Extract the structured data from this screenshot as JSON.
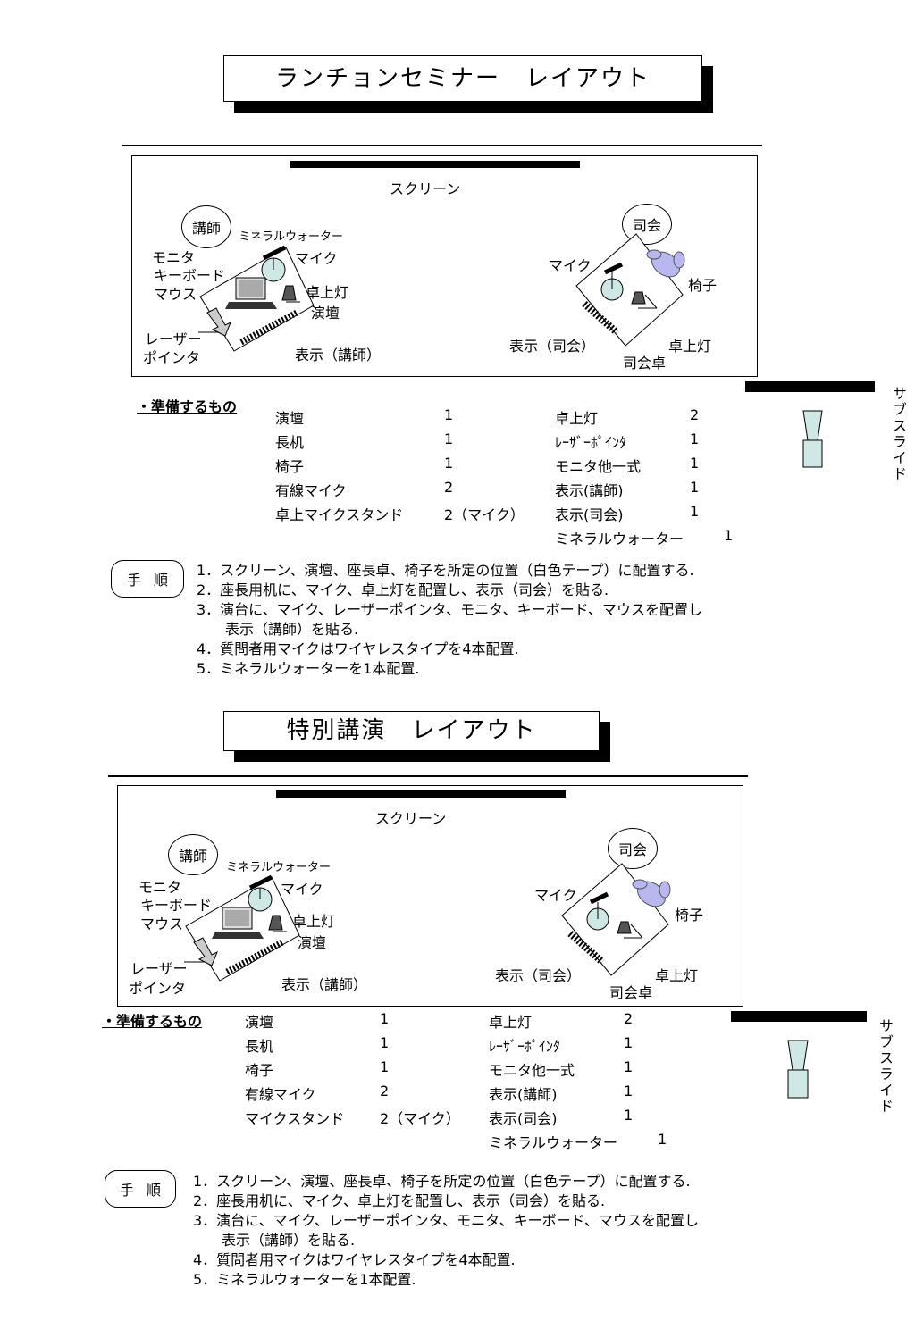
{
  "sections": [
    {
      "title": "ランチョンセミナー　レイアウト",
      "screen": "スクリーン",
      "speaker": "講師",
      "chair_person": "司会",
      "water": "ミネラルウォーター",
      "mic": "マイク",
      "monitor": "モニタ",
      "keyboard": "キーボード",
      "mouse": "マウス",
      "lamp": "卓上灯",
      "podium": "演壇",
      "laser1": "レーザー",
      "laser2": "ポインタ",
      "sign_speaker": "表示（講師）",
      "sign_chair": "表示（司会）",
      "chair": "椅子",
      "chair_desk": "司会卓",
      "sub_slide": "サブスライド",
      "prep_header": "・準備するもの",
      "prep_left": [
        {
          "name": "演壇",
          "qty": "1"
        },
        {
          "name": "長机",
          "qty": "1"
        },
        {
          "name": "椅子",
          "qty": "1"
        },
        {
          "name": "有線マイク",
          "qty": "2"
        },
        {
          "name": "卓上マイクスタンド",
          "qty": "2（マイク）"
        }
      ],
      "prep_right": [
        {
          "name": "卓上灯",
          "qty": "2"
        },
        {
          "name": "ﾚｰｻﾞｰﾎﾟｲﾝﾀ",
          "qty": "1"
        },
        {
          "name": "モニタ他一式",
          "qty": "1"
        },
        {
          "name": "表示(講師)",
          "qty": "1"
        },
        {
          "name": "表示(司会)",
          "qty": "1"
        },
        {
          "name": "ミネラルウォーター",
          "qty": "1"
        }
      ],
      "procedure_label": "手順",
      "steps": [
        "1．スクリーン、演壇、座長卓、椅子を所定の位置（白色テープ）に配置する.",
        "2．座長用机に、マイク、卓上灯を配置し、表示（司会）を貼る.",
        "3．演台に、マイク、レーザーポインタ、モニタ、キーボード、マウスを配置し",
        "　　表示（講師）を貼る.",
        "4．質問者用マイクはワイヤレスタイプを4本配置.",
        "5．ミネラルウォーターを1本配置."
      ]
    },
    {
      "title": "特別講演　レイアウト",
      "screen": "スクリーン",
      "speaker": "講師",
      "chair_person": "司会",
      "water": "ミネラルウォーター",
      "mic": "マイク",
      "monitor": "モニタ",
      "keyboard": "キーボード",
      "mouse": "マウス",
      "lamp": "卓上灯",
      "podium": "演壇",
      "laser1": "レーザー",
      "laser2": "ポインタ",
      "sign_speaker": "表示（講師）",
      "sign_chair": "表示（司会）",
      "chair": "椅子",
      "chair_desk": "司会卓",
      "sub_slide": "サブスライド",
      "prep_header": "・準備するもの",
      "prep_left": [
        {
          "name": "演壇",
          "qty": "1"
        },
        {
          "name": "長机",
          "qty": "1"
        },
        {
          "name": "椅子",
          "qty": "1"
        },
        {
          "name": "有線マイク",
          "qty": "2"
        },
        {
          "name": "マイクスタンド",
          "qty": "2（マイク）"
        }
      ],
      "prep_right": [
        {
          "name": "卓上灯",
          "qty": "2"
        },
        {
          "name": "ﾚｰｻﾞｰﾎﾟｲﾝﾀ",
          "qty": "1"
        },
        {
          "name": "モニタ他一式",
          "qty": "1"
        },
        {
          "name": "表示(講師)",
          "qty": "1"
        },
        {
          "name": "表示(司会)",
          "qty": "1"
        },
        {
          "name": "ミネラルウォーター",
          "qty": "1"
        }
      ],
      "procedure_label": "手順",
      "steps": [
        "1．スクリーン、演壇、座長卓、椅子を所定の位置（白色テープ）に配置する.",
        "2．座長用机に、マイク、卓上灯を配置し、表示（司会）を貼る.",
        "3．演台に、マイク、レーザーポインタ、モニタ、キーボード、マウスを配置し",
        "　　表示（講師）を貼る.",
        "4．質問者用マイクはワイヤレスタイプを4本配置.",
        "5．ミネラルウォーターを1本配置."
      ]
    }
  ]
}
